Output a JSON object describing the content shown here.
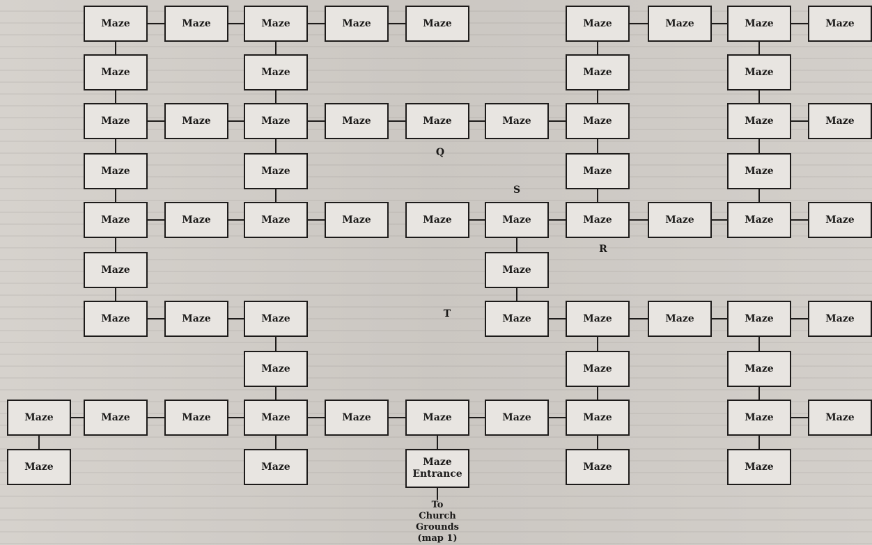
{
  "room_label": "Maze",
  "entrance_label": "Maze\nEntrance",
  "exit_label": "To\nChurch\nGrounds\n(map 1)",
  "markers": {
    "Q": "Q",
    "R": "R",
    "S": "S",
    "T": "T"
  }
}
